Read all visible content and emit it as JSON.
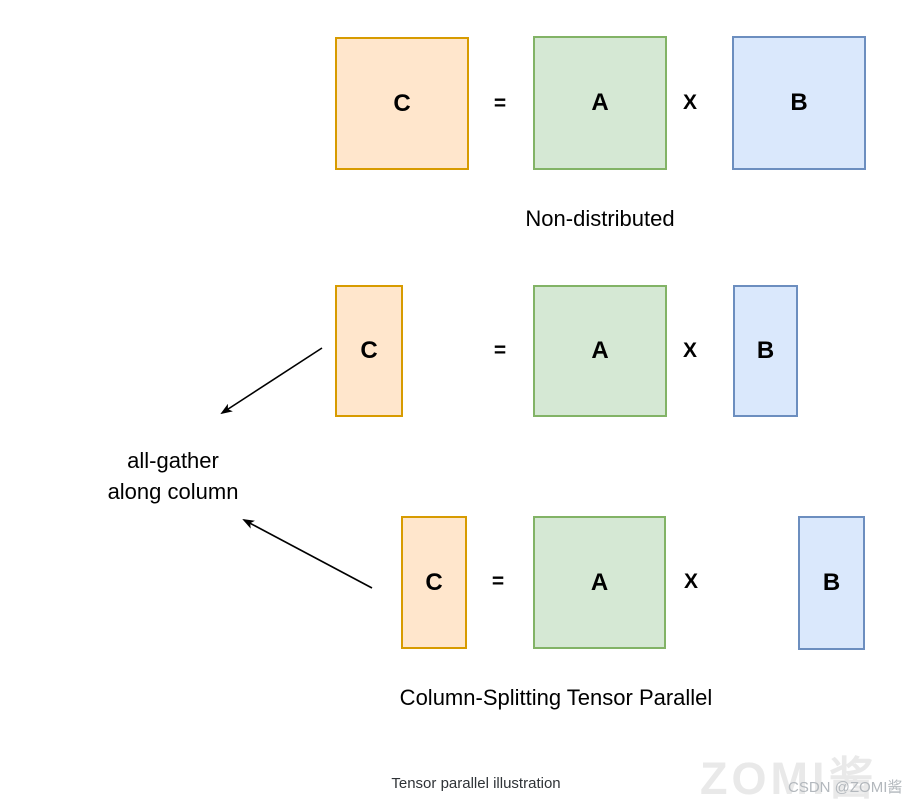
{
  "canvas": {
    "width": "918",
    "height": "801",
    "background": "#ffffff"
  },
  "colors": {
    "matrix_c_fill": "#ffe6cc",
    "matrix_c_stroke": "#d79b00",
    "matrix_a_fill": "#d5e8d4",
    "matrix_a_stroke": "#82b366",
    "matrix_b_fill": "#dae8fc",
    "matrix_b_stroke": "#6c8ebf",
    "arrow": "#000000",
    "caption_text": "#000000",
    "footer_text": "#2f3337",
    "watermark_large_color": "#e9e9e9",
    "watermark_small_color": "#b3b8bd"
  },
  "rows": [
    {
      "name": "non-distributed",
      "c": "C",
      "eq": "=",
      "a": "A",
      "times": "X",
      "b": "B",
      "caption": "Non-distributed"
    },
    {
      "name": "column-split-shard-top",
      "c": "C",
      "eq": "=",
      "a": "A",
      "times": "X",
      "b": "B"
    },
    {
      "name": "column-split-shard-bottom",
      "c": "C",
      "eq": "=",
      "a": "A",
      "times": "X",
      "b": "B",
      "caption": "Column-Splitting Tensor Parallel"
    }
  ],
  "annotation": {
    "line1": "all-gather",
    "line2": "along column"
  },
  "footer": {
    "caption": "Tensor parallel illustration"
  },
  "watermark": {
    "large": "ZOMI酱",
    "small": "CSDN @ZOMI酱"
  }
}
